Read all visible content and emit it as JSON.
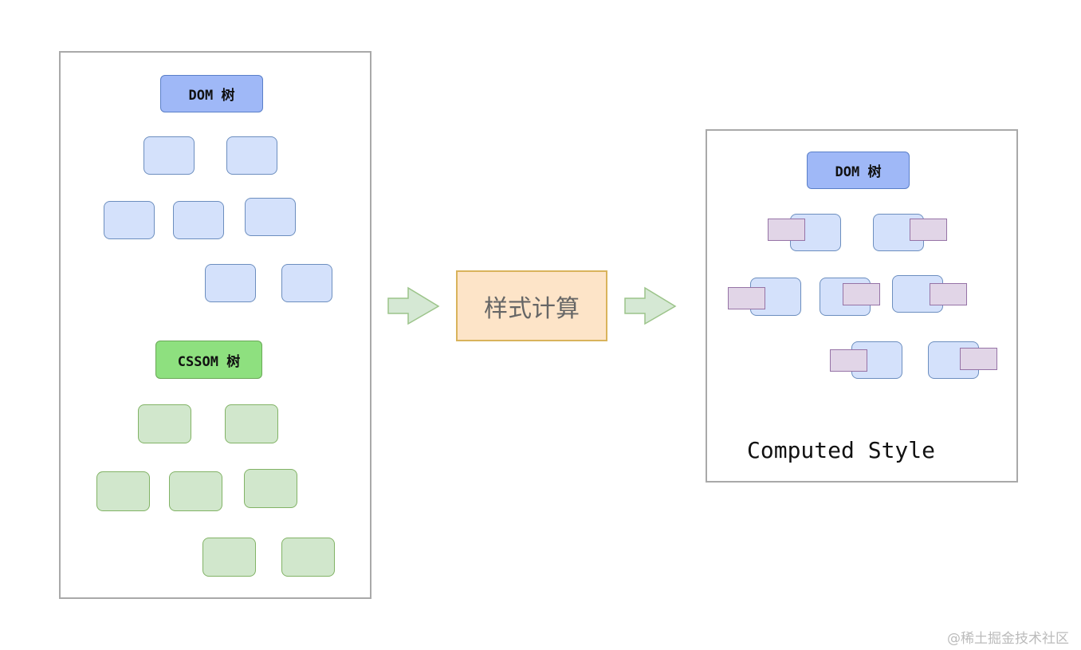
{
  "left_panel": {
    "dom_tree_label": "DOM 树",
    "cssom_tree_label": "CSSOM 树"
  },
  "process": {
    "label": "样式计算"
  },
  "right_panel": {
    "dom_tree_label": "DOM 树",
    "computed_style_label": "Computed Style"
  },
  "watermark": "@稀土掘金技术社区",
  "colors": {
    "dom_root_fill": "#9fb8f7",
    "dom_node_fill": "#d4e1fb",
    "cssom_root_fill": "#8ee07f",
    "cssom_node_fill": "#d1e7cc",
    "computed_style_fill": "#e1d5e7",
    "process_fill": "#fde4c8",
    "arrow_fill": "#d5e8d4"
  }
}
